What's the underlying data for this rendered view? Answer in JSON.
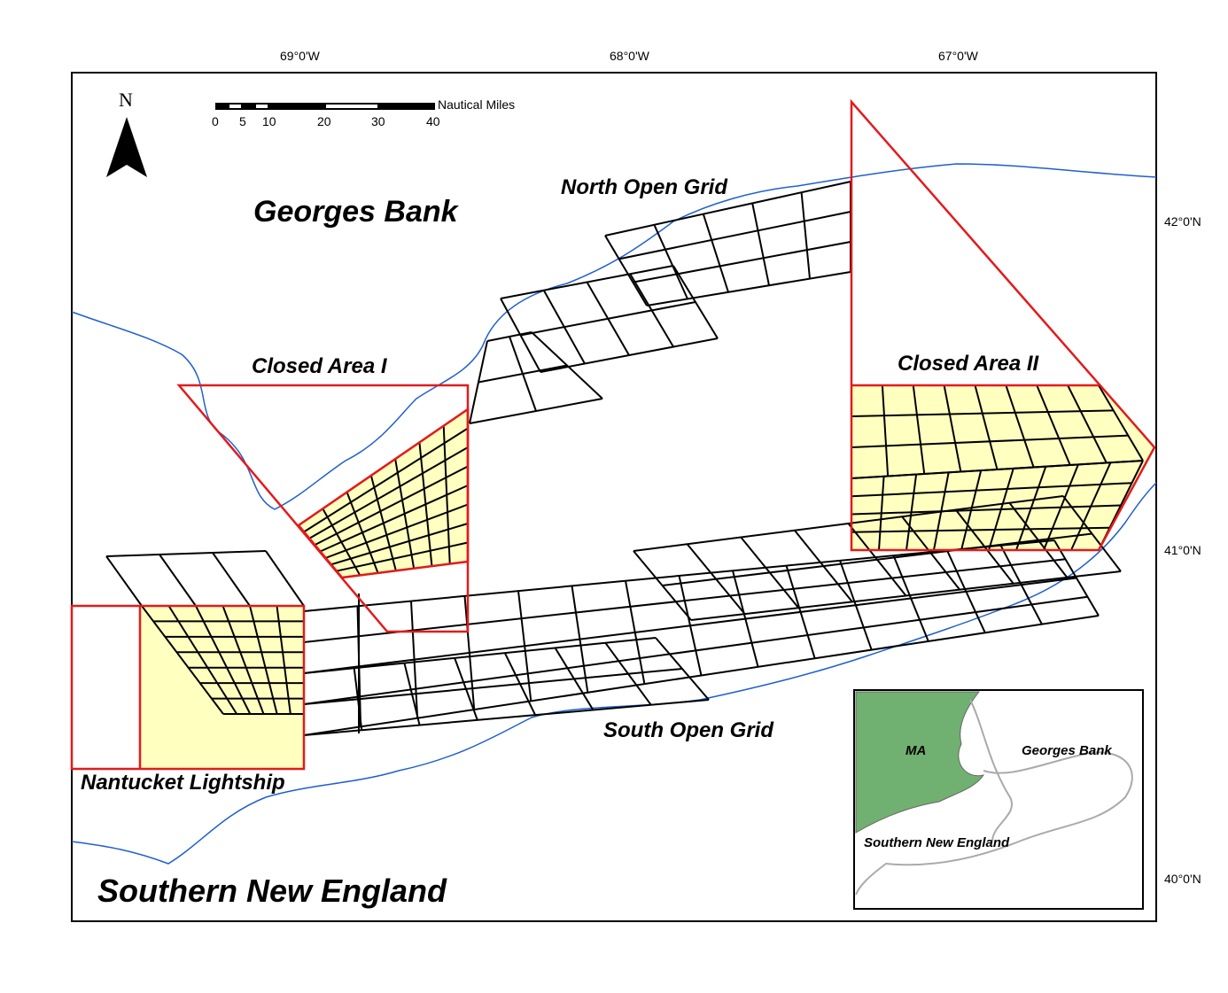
{
  "longitude_ticks": [
    "69°0'W",
    "68°0'W",
    "67°0'W"
  ],
  "latitude_ticks": [
    "42°0'N",
    "41°0'N",
    "40°0'N"
  ],
  "north_arrow": "N",
  "scale_bar": {
    "unit": "Nautical Miles",
    "ticks": [
      "0",
      "5",
      "10",
      "20",
      "30",
      "40"
    ]
  },
  "labels": {
    "georges_bank": "Georges Bank",
    "north_open_grid": "North Open Grid",
    "closed_area_1": "Closed Area I",
    "closed_area_2": "Closed Area II",
    "south_open_grid": "South Open Grid",
    "nantucket_lightship": "Nantucket Lightship",
    "southern_new_england": "Southern New England"
  },
  "inset": {
    "ma": "MA",
    "georges_bank": "Georges Bank",
    "southern_new_england": "Southern New England"
  },
  "colors": {
    "closed_area": "#e31a1c",
    "closed_fill": "#ffffc0",
    "coast": "#1f5fd0",
    "land": "#70b070"
  }
}
